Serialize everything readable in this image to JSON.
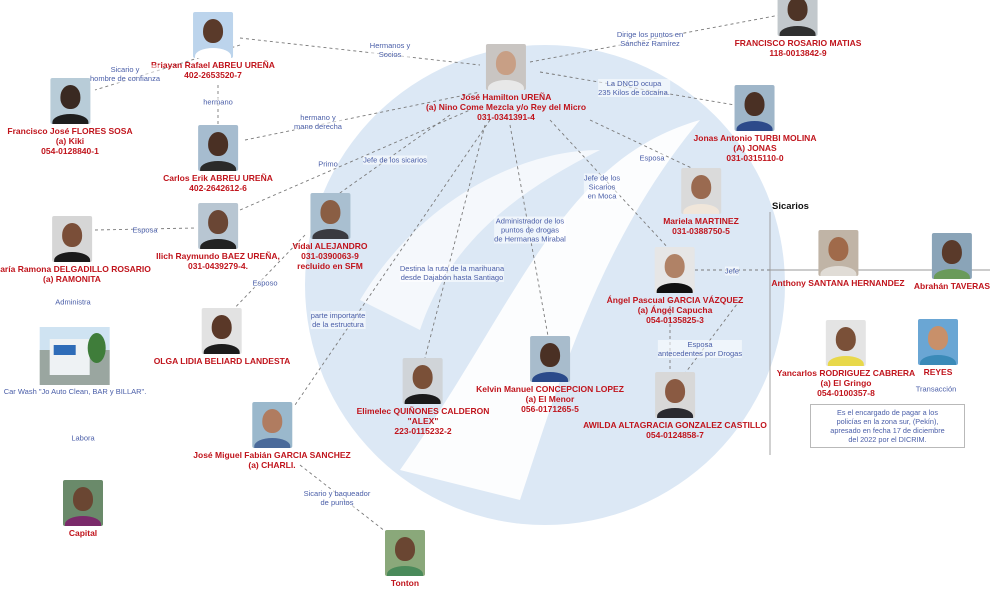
{
  "people": {
    "main": {
      "name": [
        "José Hamilton UREÑA",
        "(a) Nino Come Mezcla y/o Rey del Micro",
        "031-0341391-4"
      ],
      "skin": "#c89f85",
      "top": "#e8e8e8"
    },
    "brayan": {
      "name": [
        "Briayan Rafael ABREU UREÑA",
        "402-2653520-7"
      ],
      "skin": "#5a3a2a",
      "top": "#ffffff"
    },
    "flores": {
      "name": [
        "Francisco José FLORES SOSA",
        "(a) Kiki",
        "054-0128840-1"
      ],
      "skin": "#3a2a22",
      "top": "#1e1e1e"
    },
    "carlos": {
      "name": [
        "Carlos Erik ABREU UREÑA",
        "402-2642612-6"
      ],
      "skin": "#4a3024",
      "top": "#2a2a2a"
    },
    "ilich": {
      "name": [
        "Ilich Raymundo BAEZ UREÑA,",
        "031-0439279-4."
      ],
      "skin": "#6a4634",
      "top": "#222222"
    },
    "maria": {
      "name": [
        "María Ramona DELGADILLO ROSARIO",
        "(a) RAMONITA"
      ],
      "skin": "#7a4e38",
      "top": "#1a1a1a"
    },
    "vidal": {
      "name": [
        "Vidal ALEJANDRO",
        "031-0390063-9",
        "recluido en SFM"
      ],
      "skin": "#8a5e44",
      "top": "#3a3a40"
    },
    "olga": {
      "name": [
        "OLGA LIDIA BELIARD LANDESTA"
      ],
      "skin": "#5a3828",
      "top": "#1c1c1c"
    },
    "francisco_rosario": {
      "name": [
        "FRANCISCO ROSARIO MATIAS",
        "118-0013842-9"
      ],
      "skin": "#4e3426",
      "top": "#303030"
    },
    "jonas": {
      "name": [
        "Jonas Antonio TURBI MOLINA",
        "(A) JONAS",
        "031-0315110-0"
      ],
      "skin": "#4a3024",
      "top": "#2d4a8a"
    },
    "mariela": {
      "name": [
        "Mariela MARTINEZ",
        "031-0388750-5"
      ],
      "skin": "#9a6a50",
      "top": "#f0e6da"
    },
    "angel": {
      "name": [
        "Ángel Pascual GARCIA VÁZQUEZ",
        "(a) Ángel Capucha",
        "054-0135825-3"
      ],
      "skin": "#b08266",
      "top": "#101010"
    },
    "kelvin": {
      "name": [
        "Kelvin Manuel CONCEPCION LOPEZ",
        "(a) El Menor",
        "056-0171265-5"
      ],
      "skin": "#4a3024",
      "top": "#2a4a8a"
    },
    "elimelec": {
      "name": [
        "Elimelec QUIÑONES CALDERON",
        "\"ALEX\"",
        "223-0115232-2"
      ],
      "skin": "#7a5038",
      "top": "#1a1a1a"
    },
    "awilda": {
      "name": [
        "AWILDA ALTAGRACIA GONZALEZ CASTILLO",
        "054-0124858-7"
      ],
      "skin": "#8a5a42",
      "top": "#2a2a30"
    },
    "jose_miguel": {
      "name": [
        "José Miguel Fabián GARCIA SANCHEZ",
        "(a) CHARLI."
      ],
      "skin": "#b07c60",
      "top": "#4a6a9a"
    },
    "tonton": {
      "name": [
        "Tonton"
      ],
      "skin": "#6a4632",
      "top": "#4a8a5a"
    },
    "capital": {
      "name": [
        "Capital"
      ],
      "skin": "#6a4632",
      "top": "#7a2a6a"
    },
    "anthony": {
      "name": [
        "Anthony SANTANA HERNANDEZ"
      ],
      "skin": "#a06a4a",
      "top": "#e0dcd6"
    },
    "abrahan": {
      "name": [
        "Abrahán TAVERAS"
      ],
      "skin": "#5a3a2a",
      "top": "#6a9a5a"
    },
    "yancarlos": {
      "name": [
        "Yancarlos RODRIGUEZ CABRERA",
        "(a) El Gringo",
        "054-0100357-8"
      ],
      "skin": "#7a5038",
      "top": "#e8d84a"
    },
    "reyes": {
      "name": [
        "REYES"
      ],
      "skin": "#c8906a",
      "top": "#3a8ab8"
    }
  },
  "carwash": {
    "name": [
      "Car Wash \"Jo Auto Clean, BAR y BILLAR\"."
    ]
  },
  "relations": {
    "hermanos_socios": [
      "Hermanos y",
      "Socios"
    ],
    "sicario_confianza": [
      "Sicario y",
      "hombre de confianza"
    ],
    "hermano": [
      "hermano"
    ],
    "hermano_mano_derecha": [
      "hermano y",
      "mano derecha"
    ],
    "primo": [
      "Primo"
    ],
    "jefe_sicarios": [
      "Jefe de los sicarios"
    ],
    "esposa_ilich": [
      "Esposa"
    ],
    "administra": [
      "Administra"
    ],
    "labora": [
      "Labora"
    ],
    "esposo_olga": [
      "Esposo"
    ],
    "parte_importante": [
      "parte importante",
      "de la estructura"
    ],
    "destina_ruta": [
      "Destina la ruta de la marihuana",
      "desde Dajabón hasta Santiago"
    ],
    "administrador": [
      "Administrador de los",
      "puntos de drogas",
      "de Hermanas Mirabal"
    ],
    "jefe_sicarios_moca": [
      "Jefe de los",
      "Sicarios",
      "en Moca"
    ],
    "esposa_jonas": [
      "Esposa"
    ],
    "dirige_puntos": [
      "Dirige los puntos en",
      "Sánchez Ramírez"
    ],
    "dncd": [
      "La DNCD ocupa",
      "235 Kilos de cocaína."
    ],
    "jefe_angel": [
      "Jefe"
    ],
    "esposa_angel": [
      "Esposa",
      "antecedentes por Drogas"
    ],
    "sicario_baqueador": [
      "Sicario y baqueador",
      "de puntos"
    ],
    "transaccion": [
      "Transacción"
    ]
  },
  "sicarios": {
    "title": "Sicarios",
    "note": [
      "Es el encargado de pagar a los",
      "policías en la zona sur, (Pekín),",
      "apresado en fecha 17 de diciembre",
      "del 2022 por el DICRIM."
    ]
  },
  "colors": {
    "name_red": "#c0141c",
    "relation_blue": "#4a5ea8",
    "watermark": "#dce8f5"
  }
}
